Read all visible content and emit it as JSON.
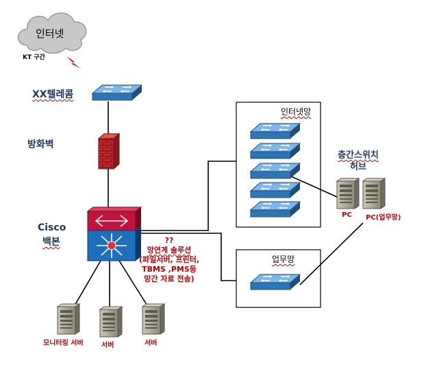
{
  "internet": {
    "label": "인터넷",
    "kt_label": "KT 구간"
  },
  "telecom": {
    "label": "XX텔레콤"
  },
  "firewall": {
    "label": "방화벽"
  },
  "backbone": {
    "label_line1": "Cisco",
    "label_line2": "백본"
  },
  "annotation": {
    "line1": "??",
    "line2": "망연계 솔루션",
    "line3": "(파일서버, 프린터,",
    "line4": "TBMS ,PMS등",
    "line5": "망간 자료 전송)"
  },
  "internet_net": {
    "label": "인터넷망"
  },
  "business_net": {
    "label": "업무망"
  },
  "floor_switch": {
    "label_line1": "층간스위치",
    "label_line2": "허브"
  },
  "pcs": [
    {
      "label": "PC"
    },
    {
      "label": "PC(업무망)"
    }
  ],
  "servers": [
    {
      "label": "모니터링 서버"
    },
    {
      "label": "서버"
    },
    {
      "label": "서버"
    }
  ],
  "colors": {
    "switch_top": "#7fb6e8",
    "switch_front": "#2e75b6",
    "backbone_red": "#c0143c",
    "backbone_blue": "#1f6fbf",
    "brick": "#c0282d",
    "label_navy": "#1f3864",
    "label_red": "#c00000"
  }
}
